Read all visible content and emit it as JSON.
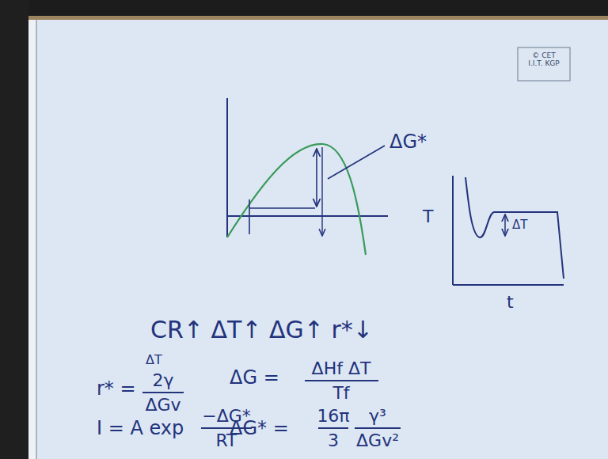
{
  "diagram": {
    "labels": [
      "© CET I.I.T. KGP",
      "ΔG*",
      "T",
      "ΔT",
      "t",
      "CR↑ ΔT↑ ΔG↑ r*↓",
      "ΔT",
      "r* =",
      "2γ",
      "ΔGv",
      "ΔG =",
      "ΔHf ΔT",
      "Tf",
      "I = A exp",
      "−ΔG*",
      "RT",
      "ΔG* =",
      "16π",
      "3",
      "γ³",
      "ΔGv²"
    ]
  }
}
